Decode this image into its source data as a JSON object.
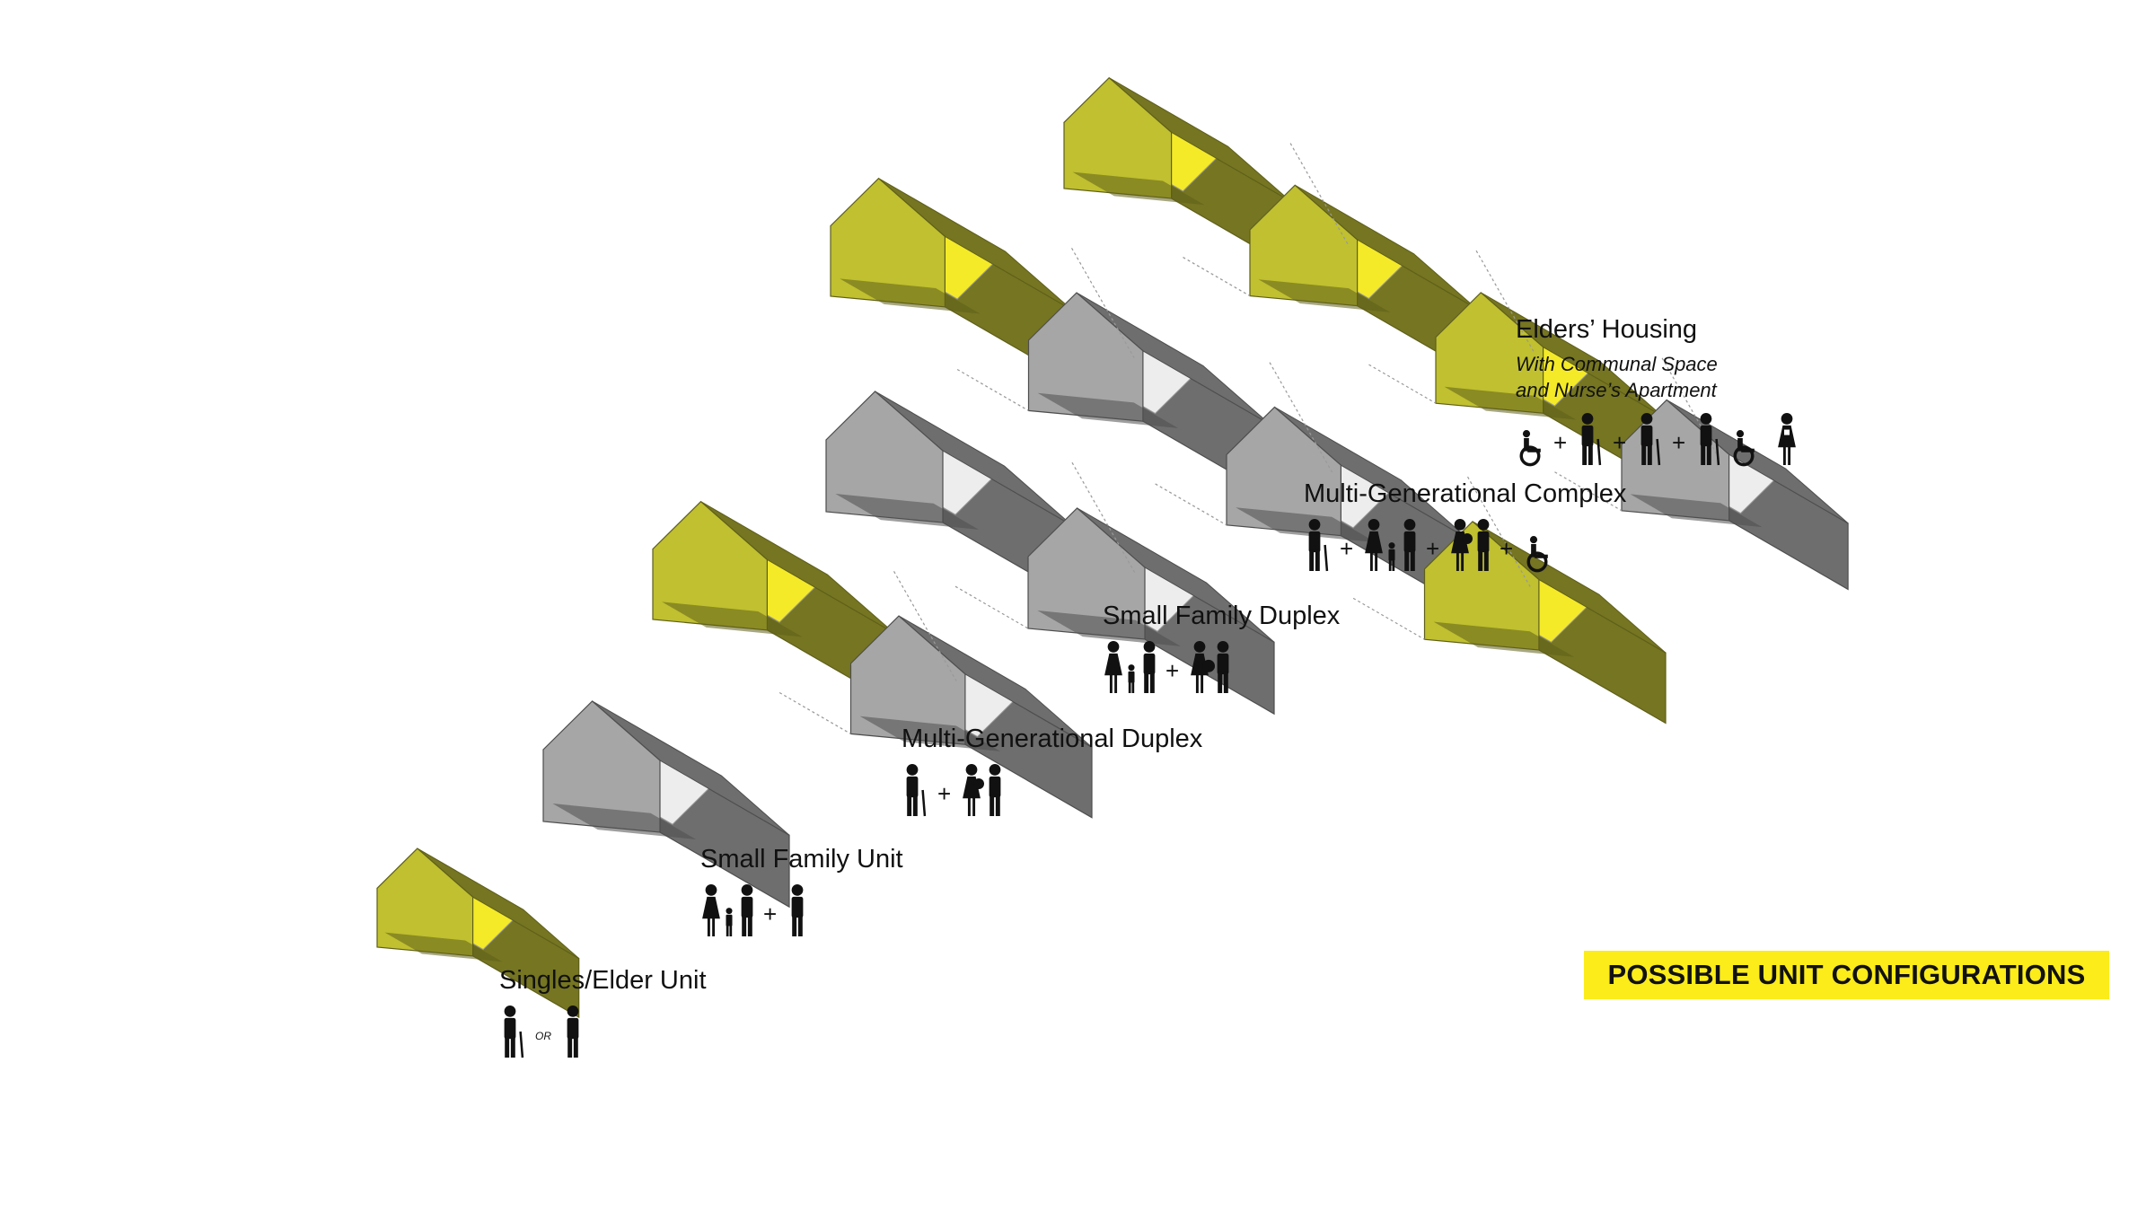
{
  "title": "POSSIBLE UNIT CONFIGURATIONS",
  "colors": {
    "accent": "#f4ea28",
    "accent_side": "#757522",
    "accent_dark": "#5f5f19",
    "accent_low": "#c0c030",
    "white_top": "#ededed",
    "grey_side": "#6e6e6e",
    "grey_low": "#a6a6a6",
    "ink": "#111111"
  },
  "configurations": [
    {
      "name": "Singles/Elder Unit",
      "note": "",
      "connector": "OR",
      "occupants": [
        "elder-with-cane",
        "adult"
      ]
    },
    {
      "name": "Small Family Unit",
      "note": "",
      "occupants": [
        "family-with-child",
        "adult"
      ]
    },
    {
      "name": "Multi-Generational Duplex",
      "note": "",
      "occupants": [
        "elder-with-cane",
        "couple-with-baby"
      ]
    },
    {
      "name": "Small Family Duplex",
      "note": "",
      "occupants": [
        "family-with-child",
        "couple-expecting"
      ]
    },
    {
      "name": "Multi-Generational Complex",
      "note": "",
      "occupants": [
        "elder-with-cane",
        "family-with-child",
        "couple-with-baby",
        "wheelchair-user"
      ]
    },
    {
      "name": "Elders’ Housing",
      "note": "With Communal Space",
      "note2": "and Nurse’s Apartment",
      "occupants": [
        "wheelchair-user",
        "elder-with-cane",
        "elder-with-cane",
        "elders-pair",
        "nurse"
      ]
    }
  ]
}
